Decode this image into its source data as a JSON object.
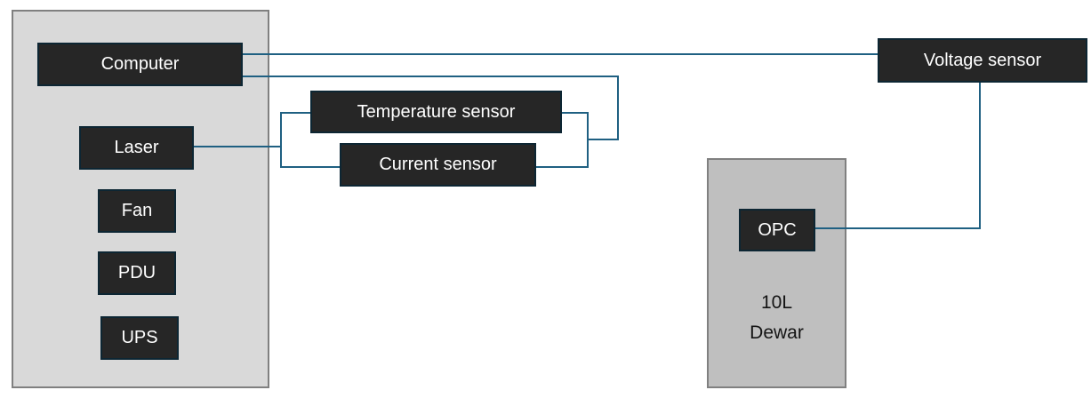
{
  "colors": {
    "connector": "#1f6082",
    "node_fill": "#262626",
    "node_border": "#0d2633",
    "node_text": "#ffffff",
    "panel_fill_light": "#d9d9d9",
    "panel_fill_medium": "#bfbfbf",
    "panel_border": "#808080",
    "panel_text": "#141414"
  },
  "nodes": {
    "computer": {
      "label": "Computer"
    },
    "laser": {
      "label": "Laser"
    },
    "fan": {
      "label": "Fan"
    },
    "pdu": {
      "label": "PDU"
    },
    "ups": {
      "label": "UPS"
    },
    "temperature_sensor": {
      "label": "Temperature sensor"
    },
    "current_sensor": {
      "label": "Current sensor"
    },
    "voltage_sensor": {
      "label": "Voltage sensor"
    },
    "opc": {
      "label": "OPC"
    }
  },
  "panels": {
    "rack": {
      "contains": [
        "computer",
        "laser",
        "fan",
        "pdu",
        "ups"
      ]
    },
    "dewar": {
      "label": "10L\nDewar",
      "contains": [
        "opc"
      ]
    }
  },
  "connections": [
    {
      "from": "computer",
      "to": "voltage_sensor"
    },
    {
      "from": "computer",
      "to": "temperature_sensor"
    },
    {
      "from": "computer",
      "to": "current_sensor"
    },
    {
      "from": "laser",
      "to": "temperature_sensor"
    },
    {
      "from": "laser",
      "to": "current_sensor"
    },
    {
      "from": "voltage_sensor",
      "to": "opc"
    }
  ]
}
